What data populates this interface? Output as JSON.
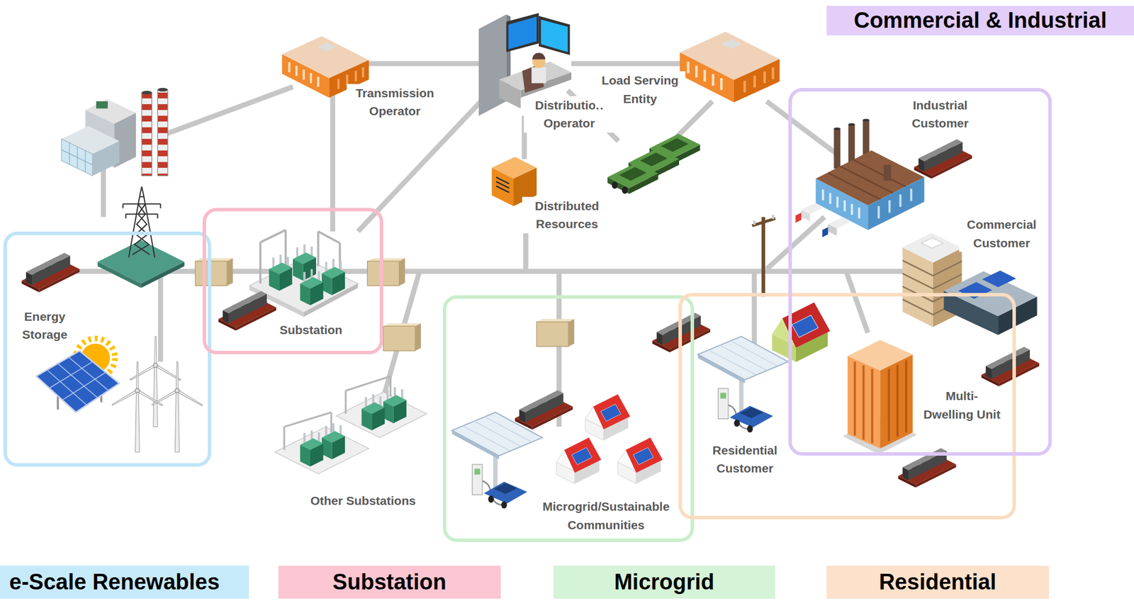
{
  "diagram": {
    "nodes": [
      {
        "text": [
          "Commercial & Industrial"
        ]
      },
      {
        "text": [
          "Energy Storage"
        ]
      },
      {
        "text": [
          "Substation"
        ]
      },
      {
        "text": [
          "Microgrid/Sustainable Communities"
        ]
      },
      {
        "text": [
          "Residential Customer"
        ]
      },
      {
        "text": [
          "Industrial Customer",
          "Commercial Customer",
          "Multi-Dwelling Unit"
        ]
      },
      {
        "text": [
          "e-Scale Renewables"
        ]
      },
      {
        "text": [
          "Substation"
        ]
      },
      {
        "text": [
          "Microgrid"
        ]
      },
      {
        "text": [
          "Residential"
        ]
      }
    ],
    "labels": [
      "Transmission Operator",
      "Distribution Operator",
      "Load Serving Entity",
      "Distributed Resources",
      "Other Substations"
    ]
  }
}
